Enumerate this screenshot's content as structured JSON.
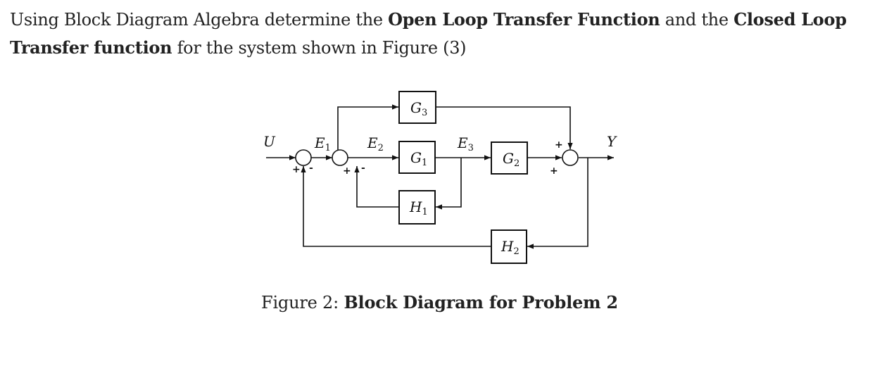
{
  "problem": {
    "intro": "Using Block Diagram Algebra determine the ",
    "bold_open": "Open Loop Transfer Function",
    "mid": " and the ",
    "bold_closed_1": "Closed Loop",
    "bold_closed_2": "Transfer function",
    "end": " for the system shown in Figure (3)"
  },
  "diagram": {
    "blocks": {
      "g3": {
        "letter": "G",
        "sub": "3"
      },
      "g1": {
        "letter": "G",
        "sub": "1"
      },
      "g2": {
        "letter": "G",
        "sub": "2"
      },
      "h1": {
        "letter": "H",
        "sub": "1"
      },
      "h2": {
        "letter": "H",
        "sub": "2"
      }
    },
    "signals": {
      "u": "U",
      "y": "Y",
      "e1": {
        "letter": "E",
        "sub": "1"
      },
      "e2": {
        "letter": "E",
        "sub": "2"
      },
      "e3": {
        "letter": "E",
        "sub": "3"
      }
    },
    "signs": {
      "s1_plus": "+",
      "s1_minus": "-",
      "s2_plus": "+",
      "s2_minus": "-",
      "s3_top_plus": "+",
      "s3_left_plus": "+"
    }
  },
  "caption": {
    "prefix": "Figure 2: ",
    "title": "Block Diagram for Problem 2"
  }
}
